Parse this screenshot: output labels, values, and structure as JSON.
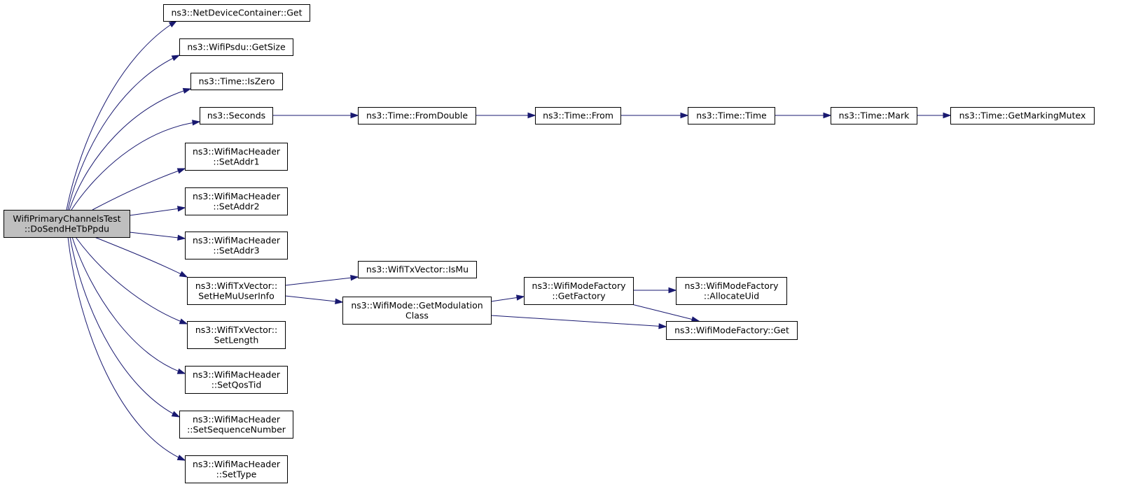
{
  "diagram": {
    "type": "call-graph",
    "colors": {
      "edge": "#191970",
      "root_fill": "#bfbfbf",
      "node_fill": "#ffffff",
      "node_stroke": "#000000"
    },
    "nodes": [
      {
        "id": "root",
        "lines": [
          "WifiPrimaryChannelsTest",
          "::DoSendHeTbPpdu"
        ],
        "root": true
      },
      {
        "id": "ndc_get",
        "lines": [
          "ns3::NetDeviceContainer::Get"
        ]
      },
      {
        "id": "psdu_getsize",
        "lines": [
          "ns3::WifiPsdu::GetSize"
        ]
      },
      {
        "id": "time_iszero",
        "lines": [
          "ns3::Time::IsZero"
        ]
      },
      {
        "id": "seconds",
        "lines": [
          "ns3::Seconds"
        ]
      },
      {
        "id": "time_fromdouble",
        "lines": [
          "ns3::Time::FromDouble"
        ]
      },
      {
        "id": "time_from",
        "lines": [
          "ns3::Time::From"
        ]
      },
      {
        "id": "time_time",
        "lines": [
          "ns3::Time::Time"
        ]
      },
      {
        "id": "time_mark",
        "lines": [
          "ns3::Time::Mark"
        ]
      },
      {
        "id": "time_getmarkingmutex",
        "lines": [
          "ns3::Time::GetMarkingMutex"
        ]
      },
      {
        "id": "setaddr1",
        "lines": [
          "ns3::WifiMacHeader",
          "::SetAddr1"
        ]
      },
      {
        "id": "setaddr2",
        "lines": [
          "ns3::WifiMacHeader",
          "::SetAddr2"
        ]
      },
      {
        "id": "setaddr3",
        "lines": [
          "ns3::WifiMacHeader",
          "::SetAddr3"
        ]
      },
      {
        "id": "sethemuuserinfo",
        "lines": [
          "ns3::WifiTxVector::",
          "SetHeMuUserInfo"
        ]
      },
      {
        "id": "ismu",
        "lines": [
          "ns3::WifiTxVector::IsMu"
        ]
      },
      {
        "id": "getmodulationclass",
        "lines": [
          "ns3::WifiMode::GetModulation",
          "Class"
        ]
      },
      {
        "id": "getfactory",
        "lines": [
          "ns3::WifiModeFactory",
          "::GetFactory"
        ]
      },
      {
        "id": "allocateuid",
        "lines": [
          "ns3::WifiModeFactory",
          "::AllocateUid"
        ]
      },
      {
        "id": "wmf_get",
        "lines": [
          "ns3::WifiModeFactory::Get"
        ]
      },
      {
        "id": "setlength",
        "lines": [
          "ns3::WifiTxVector::",
          "SetLength"
        ]
      },
      {
        "id": "setqostid",
        "lines": [
          "ns3::WifiMacHeader",
          "::SetQosTid"
        ]
      },
      {
        "id": "setsequencenumber",
        "lines": [
          "ns3::WifiMacHeader",
          "::SetSequenceNumber"
        ]
      },
      {
        "id": "settype",
        "lines": [
          "ns3::WifiMacHeader",
          "::SetType"
        ]
      }
    ],
    "edges": [
      [
        "root",
        "ndc_get"
      ],
      [
        "root",
        "psdu_getsize"
      ],
      [
        "root",
        "time_iszero"
      ],
      [
        "root",
        "seconds"
      ],
      [
        "root",
        "setaddr1"
      ],
      [
        "root",
        "setaddr2"
      ],
      [
        "root",
        "setaddr3"
      ],
      [
        "root",
        "sethemuuserinfo"
      ],
      [
        "root",
        "setlength"
      ],
      [
        "root",
        "setqostid"
      ],
      [
        "root",
        "setsequencenumber"
      ],
      [
        "root",
        "settype"
      ],
      [
        "seconds",
        "time_fromdouble"
      ],
      [
        "time_fromdouble",
        "time_from"
      ],
      [
        "time_from",
        "time_time"
      ],
      [
        "time_time",
        "time_mark"
      ],
      [
        "time_mark",
        "time_getmarkingmutex"
      ],
      [
        "sethemuuserinfo",
        "ismu"
      ],
      [
        "sethemuuserinfo",
        "getmodulationclass"
      ],
      [
        "getmodulationclass",
        "getfactory"
      ],
      [
        "getmodulationclass",
        "wmf_get"
      ],
      [
        "getfactory",
        "allocateuid"
      ],
      [
        "getfactory",
        "wmf_get"
      ]
    ]
  }
}
